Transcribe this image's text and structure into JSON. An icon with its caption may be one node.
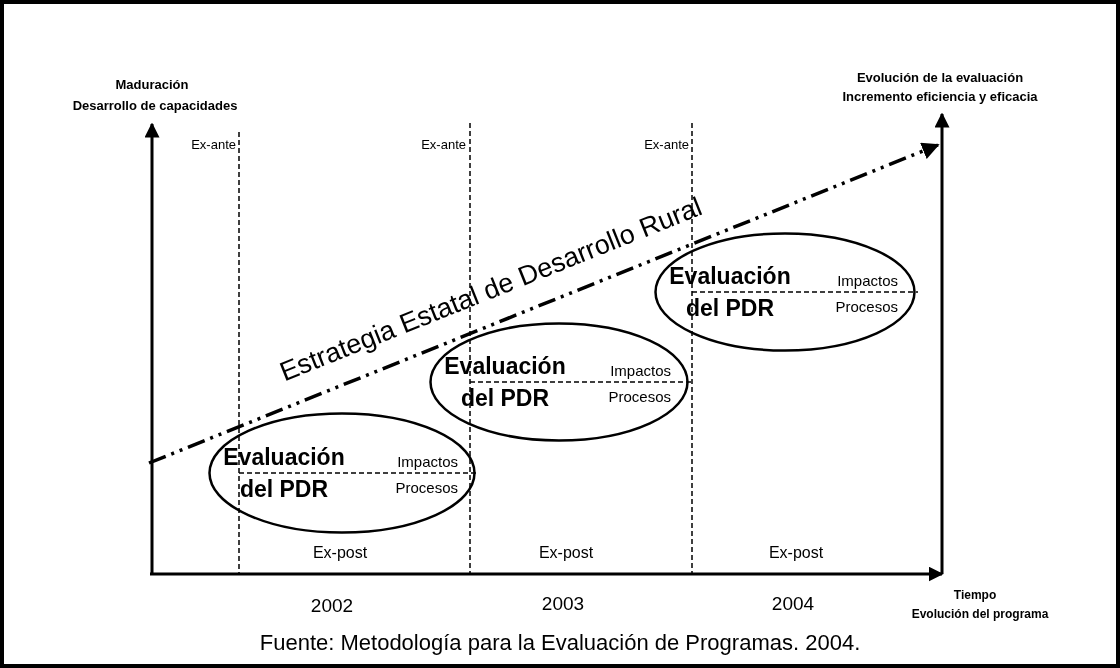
{
  "diagram": {
    "caption": "Fuente: Metodología para la Evaluación de Programas. 2004.",
    "nodes": [
      {
        "text": [
          "Evaluación del PDR",
          "Impactos",
          "Procesos"
        ]
      },
      {
        "text": [
          "Evaluación del PDR",
          "Impactos",
          "Procesos"
        ]
      },
      {
        "text": [
          "Evaluación del PDR",
          "Impactos",
          "Procesos"
        ]
      }
    ],
    "labels": [
      "Maduración",
      "Desarrollo de capacidades",
      "Evolución de la evaluación",
      "Incremento eficiencia y eficacia",
      "Ex-ante",
      "Ex-ante",
      "Ex-ante",
      "Estrategia Estatal de Desarrollo Rural",
      "Ex-post",
      "Ex-post",
      "Ex-post",
      "2002",
      "2003",
      "2004",
      "Tiempo",
      "Evolución del programa"
    ]
  }
}
